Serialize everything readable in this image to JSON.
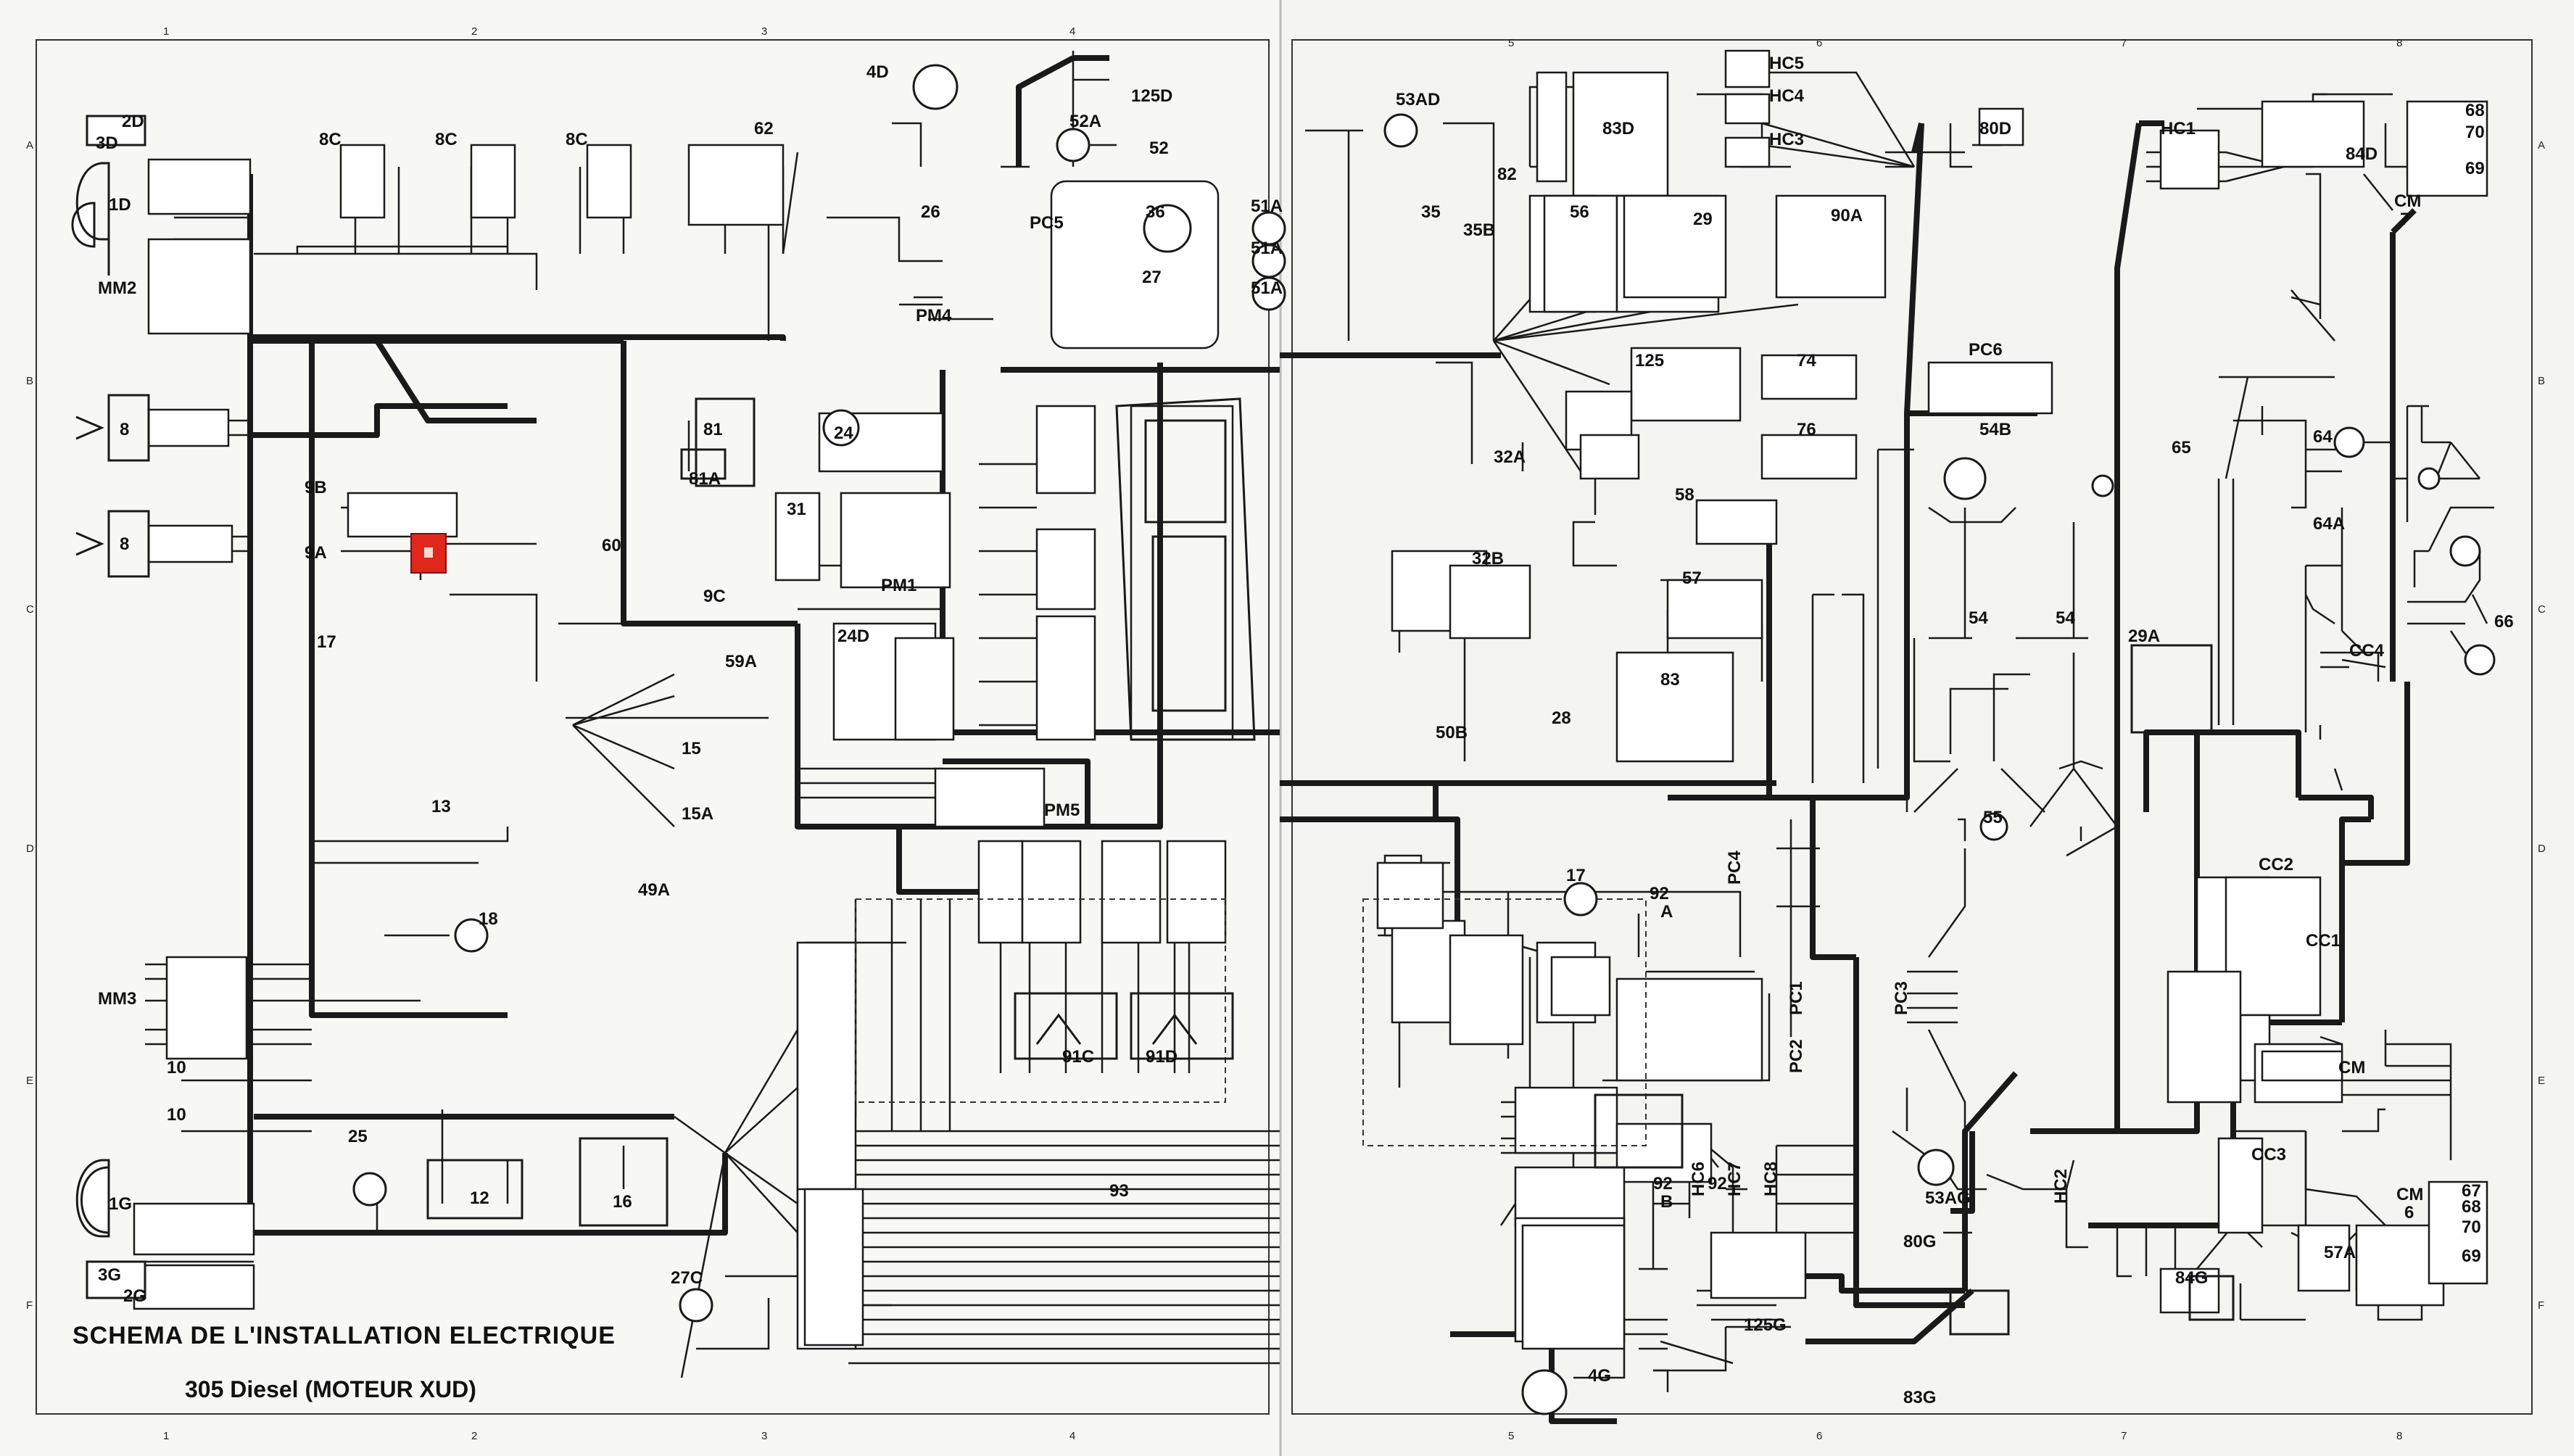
{
  "title": "SCHEMA DE L'INSTALLATION ELECTRIQUE",
  "subtitle": "305 Diesel (MOTEUR XUD)",
  "grid": {
    "cols": [
      "1",
      "2",
      "3",
      "4",
      "5",
      "6",
      "7",
      "8"
    ],
    "rows": [
      "A",
      "B",
      "C",
      "D",
      "E",
      "F"
    ]
  },
  "components": {
    "c_2D": "2D",
    "c_3D": "3D",
    "c_1D": "1D",
    "c_MM2": "MM2",
    "c_8a": "8",
    "c_8b": "8",
    "c_8C_1": "8C",
    "c_8C_2": "8C",
    "c_8C_3": "8C",
    "c_62": "62",
    "c_81": "81",
    "c_81A": "81A",
    "c_9B": "9B",
    "c_9A": "9A",
    "c_60": "60",
    "c_9C": "9C",
    "c_17": "17",
    "c_59A": "59A",
    "c_15": "15",
    "c_15A": "15A",
    "c_13": "13",
    "c_18": "18",
    "c_49A": "49A",
    "c_MM3": "MM3",
    "c_10a": "10",
    "c_10b": "10",
    "c_25": "25",
    "c_12": "12",
    "c_16": "16",
    "c_1G": "1G",
    "c_3G": "3G",
    "c_2G": "2G",
    "c_27C": "27C",
    "c_4D": "4D",
    "c_125D": "125D",
    "c_52A": "52A",
    "c_52": "52",
    "c_26": "26",
    "c_PC5": "PC5",
    "c_36": "36",
    "c_51A_1": "51A",
    "c_51A_2": "51A",
    "c_51A_3": "51A",
    "c_27": "27",
    "c_PM4": "PM4",
    "c_24": "24",
    "c_31": "31",
    "c_PM1": "PM1",
    "c_24D": "24D",
    "c_PM5": "PM5",
    "c_91C": "91C",
    "c_91D": "91D",
    "c_93": "93",
    "c_53AD": "53AD",
    "c_HC5": "HC5",
    "c_HC4": "HC4",
    "c_HC3": "HC3",
    "c_83D": "83D",
    "c_82": "82",
    "c_80D": "80D",
    "c_HC1": "HC1",
    "c_84D": "84D",
    "c_68D": "68",
    "c_70D": "70",
    "c_69D": "69",
    "c_CM7": "CM",
    "c_CM7n": "7",
    "c_35": "35",
    "c_35B": "35B",
    "c_56": "56",
    "c_29": "29",
    "c_90A": "90A",
    "c_125": "125",
    "c_74": "74",
    "c_76": "76",
    "c_PC6": "PC6",
    "c_32A": "32A",
    "c_65": "65",
    "c_64": "64",
    "c_54B": "54B",
    "c_58": "58",
    "c_32B": "32B",
    "c_57": "57",
    "c_54a": "54",
    "c_54b": "54",
    "c_64A": "64A",
    "c_66": "66",
    "c_29A": "29A",
    "c_CC4": "CC4",
    "c_83": "83",
    "c_28": "28",
    "c_50B": "50B",
    "c_55": "55",
    "c_CC2": "CC2",
    "c_CC1": "CC1",
    "c_17R": "17",
    "c_92Aa": "92",
    "c_92Ab": "A",
    "c_PC4": "PC4",
    "c_PC3": "PC3",
    "c_PC1": "PC1",
    "c_PC2": "PC2",
    "c_CM": "CM",
    "c_CC3": "CC3",
    "c_HC6": "HC6",
    "c_HC7": "HC7",
    "c_HC8": "HC8",
    "c_HC2": "HC2",
    "c_92B": "92",
    "c_92Bb": "B",
    "c_92": "92",
    "c_53AG": "53AG",
    "c_80G": "80G",
    "c_84G": "84G",
    "c_57A": "57A",
    "c_CM6": "CM",
    "c_CM6n": "6",
    "c_67G": "67",
    "c_68G": "68",
    "c_70G": "70",
    "c_69G": "69",
    "c_125G": "125G",
    "c_4G": "4G",
    "c_83G": "83G"
  },
  "colors": {
    "wire": "#1a1a1a",
    "highlight": "#e1261c",
    "page": "#f7f7f4"
  }
}
